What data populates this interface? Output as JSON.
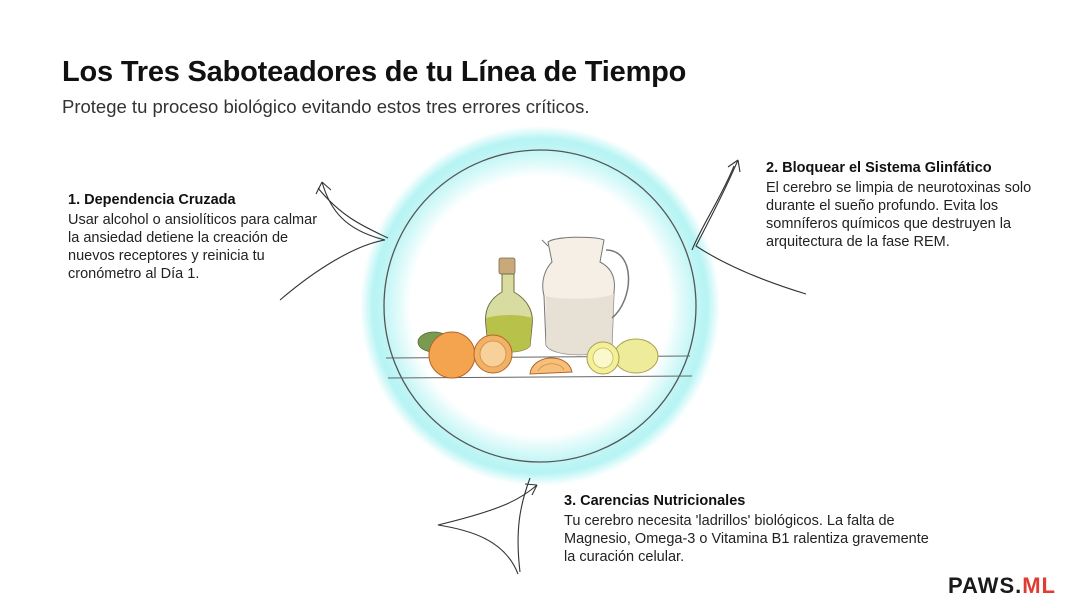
{
  "header": {
    "title": "Los Tres Saboteadores de tu Línea de Tiempo",
    "subtitle": "Protege tu proceso biológico evitando estos tres errores críticos."
  },
  "items": [
    {
      "heading": "1. Dependencia Cruzada",
      "body": "Usar alcohol o ansiolíticos para calmar la ansiedad detiene la creación de nuevos receptores y reinicia tu cronómetro al Día 1."
    },
    {
      "heading": "2. Bloquear el Sistema Glinfático",
      "body": "El cerebro se limpia de neurotoxinas solo durante el sueño profundo. Evita los somníferos químicos que destruyen la arquitectura de la fase REM."
    },
    {
      "heading": "3. Carencias Nutricionales",
      "body": "Tu cerebro necesita 'ladrillos' biológicos. La falta de Magnesio, Omega-3 o Vitamina B1 ralentiza gravemente la curación celular."
    }
  ],
  "brand": {
    "main": "PAWS.",
    "accent": "ML"
  },
  "colors": {
    "glow": "#9ff0f0",
    "accent": "#e03c31"
  },
  "icons": [
    "orange-fruit",
    "oil-bottle",
    "water-pitcher",
    "lemon-fruit"
  ]
}
